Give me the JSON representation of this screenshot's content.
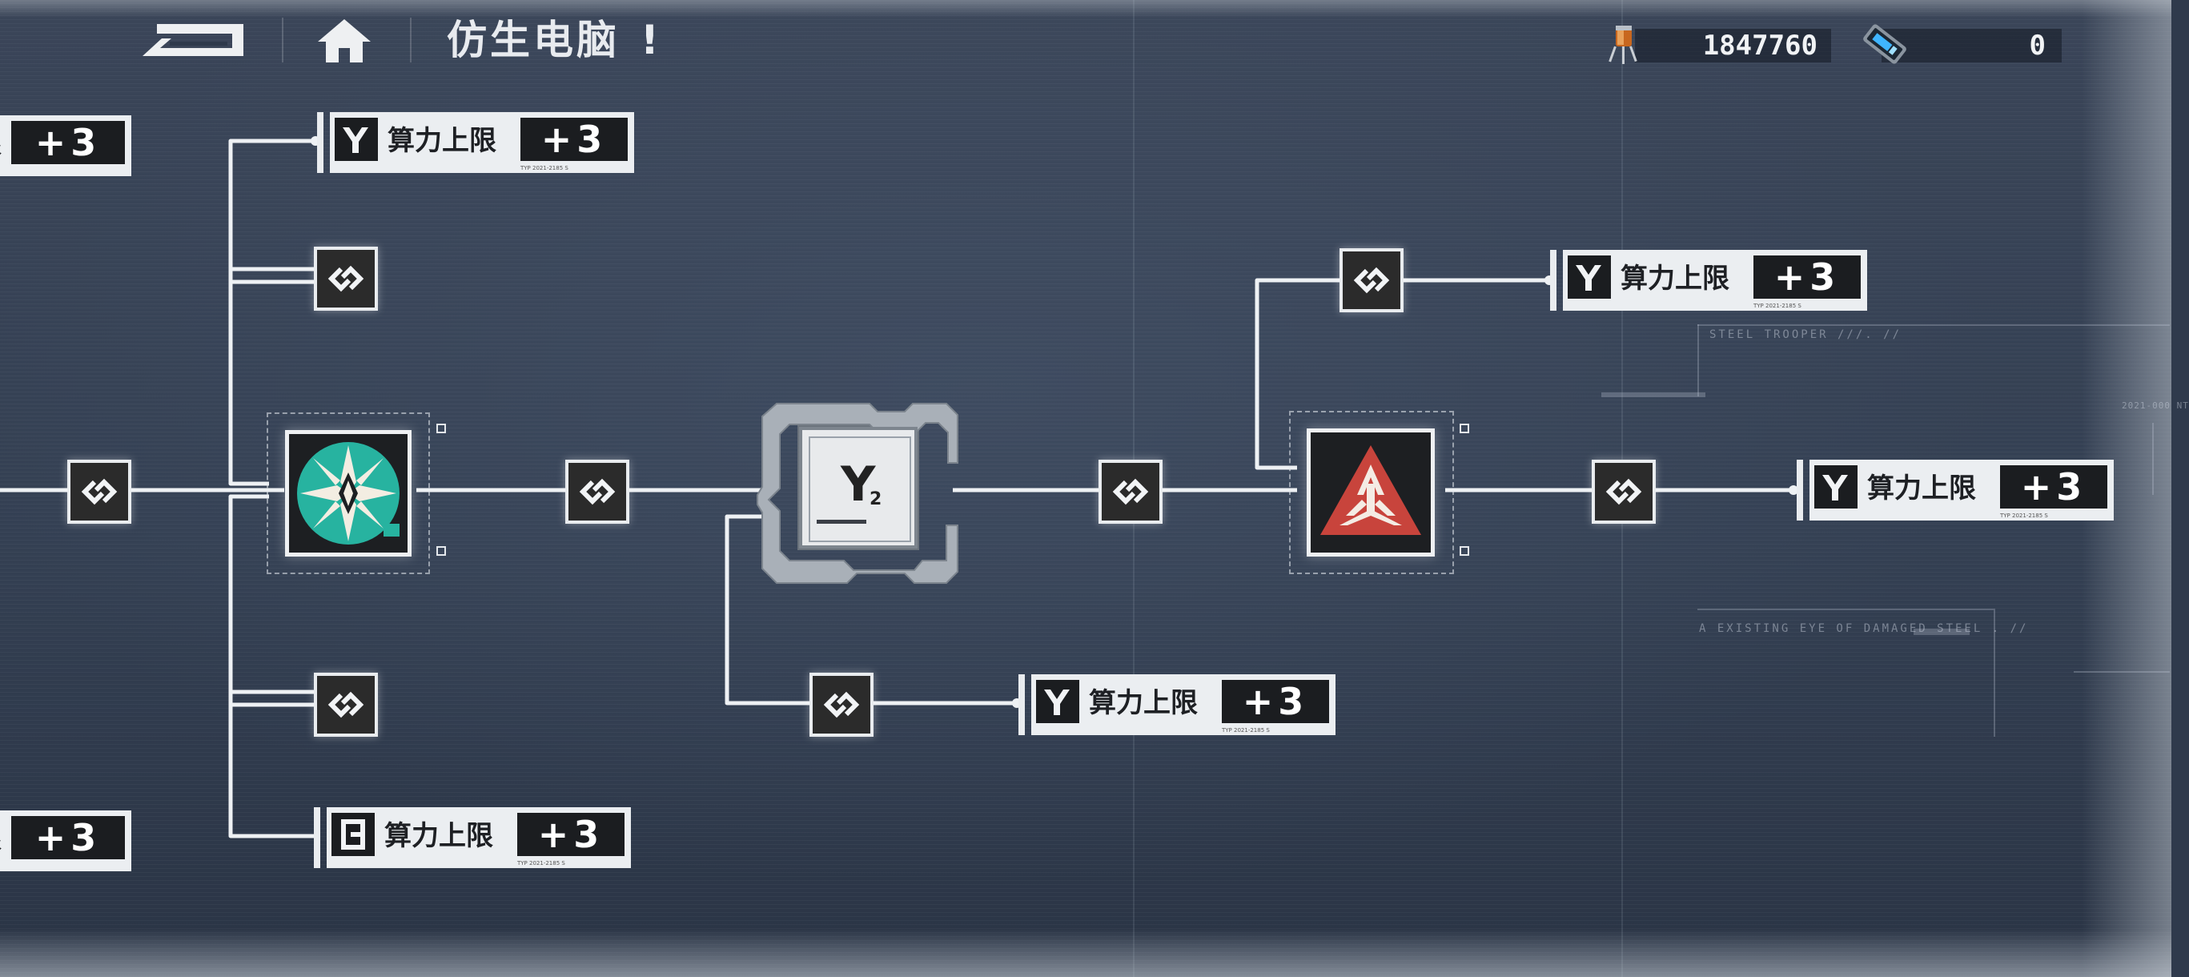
{
  "header": {
    "title": "仿生电脑",
    "title_mark": "!"
  },
  "resources": {
    "credits": "1847760",
    "chips": "0"
  },
  "reward_cards": {
    "label": "算力上限",
    "bonus": "+3",
    "micro": "TYP  2021-2185 S"
  },
  "nodes": {
    "core_chip_glyph": "Y",
    "core_chip_sub": "2"
  },
  "decor": {
    "steel_trooper": "STEEL TROOPER  ///. //",
    "existing_eye": "A EXISTING EYE OF DAMAGED STEEL . //",
    "side_code": "2021-000 NT"
  }
}
